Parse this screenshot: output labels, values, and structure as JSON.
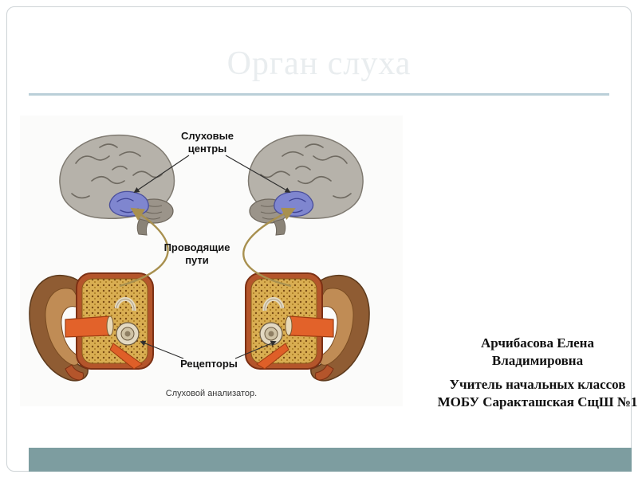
{
  "slide": {
    "title": "Орган слуха",
    "attribution": {
      "author": "Арчибасова Елена Владимировна",
      "role": "Учитель начальных классов МОБУ Саракташская СщШ №1"
    }
  },
  "diagram": {
    "labels": {
      "centers_l1": "Слуховые",
      "centers_l2": "центры",
      "pathways_l1": "Проводящие",
      "pathways_l2": "пути",
      "receptors": "Рецепторы",
      "caption": "Слуховой анализатор."
    }
  },
  "colors": {
    "accent_bar": "#7d9da0",
    "divider": "#bacfd8",
    "title_text": "#e9edef",
    "pathway_arrow": "#a8904f",
    "auditory_center_purple": "#7f86cf"
  }
}
